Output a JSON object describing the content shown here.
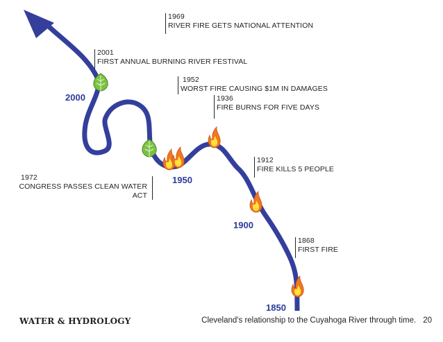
{
  "events": [
    {
      "id": "1969",
      "year": "1969",
      "text": "RIVER FIRE GETS NATIONAL ATTENTION"
    },
    {
      "id": "2001",
      "year": "2001",
      "text": "FIRST ANNUAL BURNING RIVER FESTIVAL"
    },
    {
      "id": "1952",
      "year": "1952",
      "text": "WORST FIRE CAUSING $1M IN DAMAGES"
    },
    {
      "id": "1936",
      "year": "1936",
      "text": "FIRE BURNS FOR FIVE DAYS"
    },
    {
      "id": "1912",
      "year": "1912",
      "text": "FIRE KILLS 5 PEOPLE"
    },
    {
      "id": "1868",
      "year": "1868",
      "text": "FIRST FIRE"
    },
    {
      "id": "1972",
      "year": "1972",
      "text_line1": "CONGRESS PASSES CLEAN WATER",
      "text_line2": "ACT"
    }
  ],
  "timeline_labels": {
    "y2000": "2000",
    "y1950": "1950",
    "y1900": "1900",
    "y1850": "1850"
  },
  "footer": {
    "section": "WATER & HYDROLOGY",
    "caption": "Cleveland's relationship to the Cuyahoga River through time.",
    "page": "20"
  },
  "colors": {
    "river": "#343f9c",
    "leaf": "#7cc242",
    "flame_outer": "#f07820",
    "flame_inner": "#ffe23a"
  },
  "icons": {
    "fire": "flame-icon",
    "recovery": "leaf-icon"
  }
}
